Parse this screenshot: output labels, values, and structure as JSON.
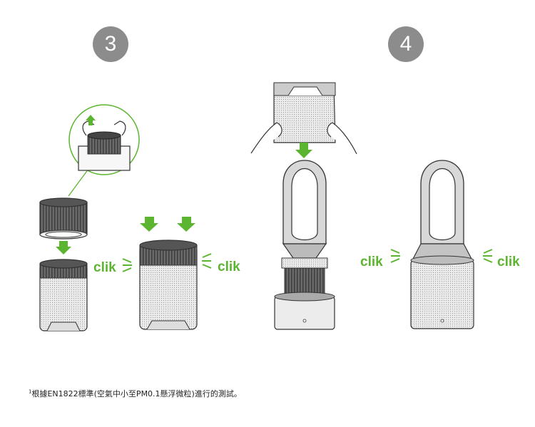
{
  "steps": [
    {
      "number": "3"
    },
    {
      "number": "4"
    }
  ],
  "click_label": "clik",
  "footnote": {
    "marker": "1",
    "text": "根據EN1822標準(空氣中小至PM0.1懸浮微粒)進行的測試。"
  },
  "colors": {
    "accent_green": "#5cb531",
    "badge_gray": "#8c8c8c",
    "outline": "#333333",
    "filter_dark": "#666666",
    "body_light": "#eeeeee"
  },
  "icons": [
    "arrow-up-icon",
    "arrow-down-icon",
    "sound-wave-icon"
  ]
}
